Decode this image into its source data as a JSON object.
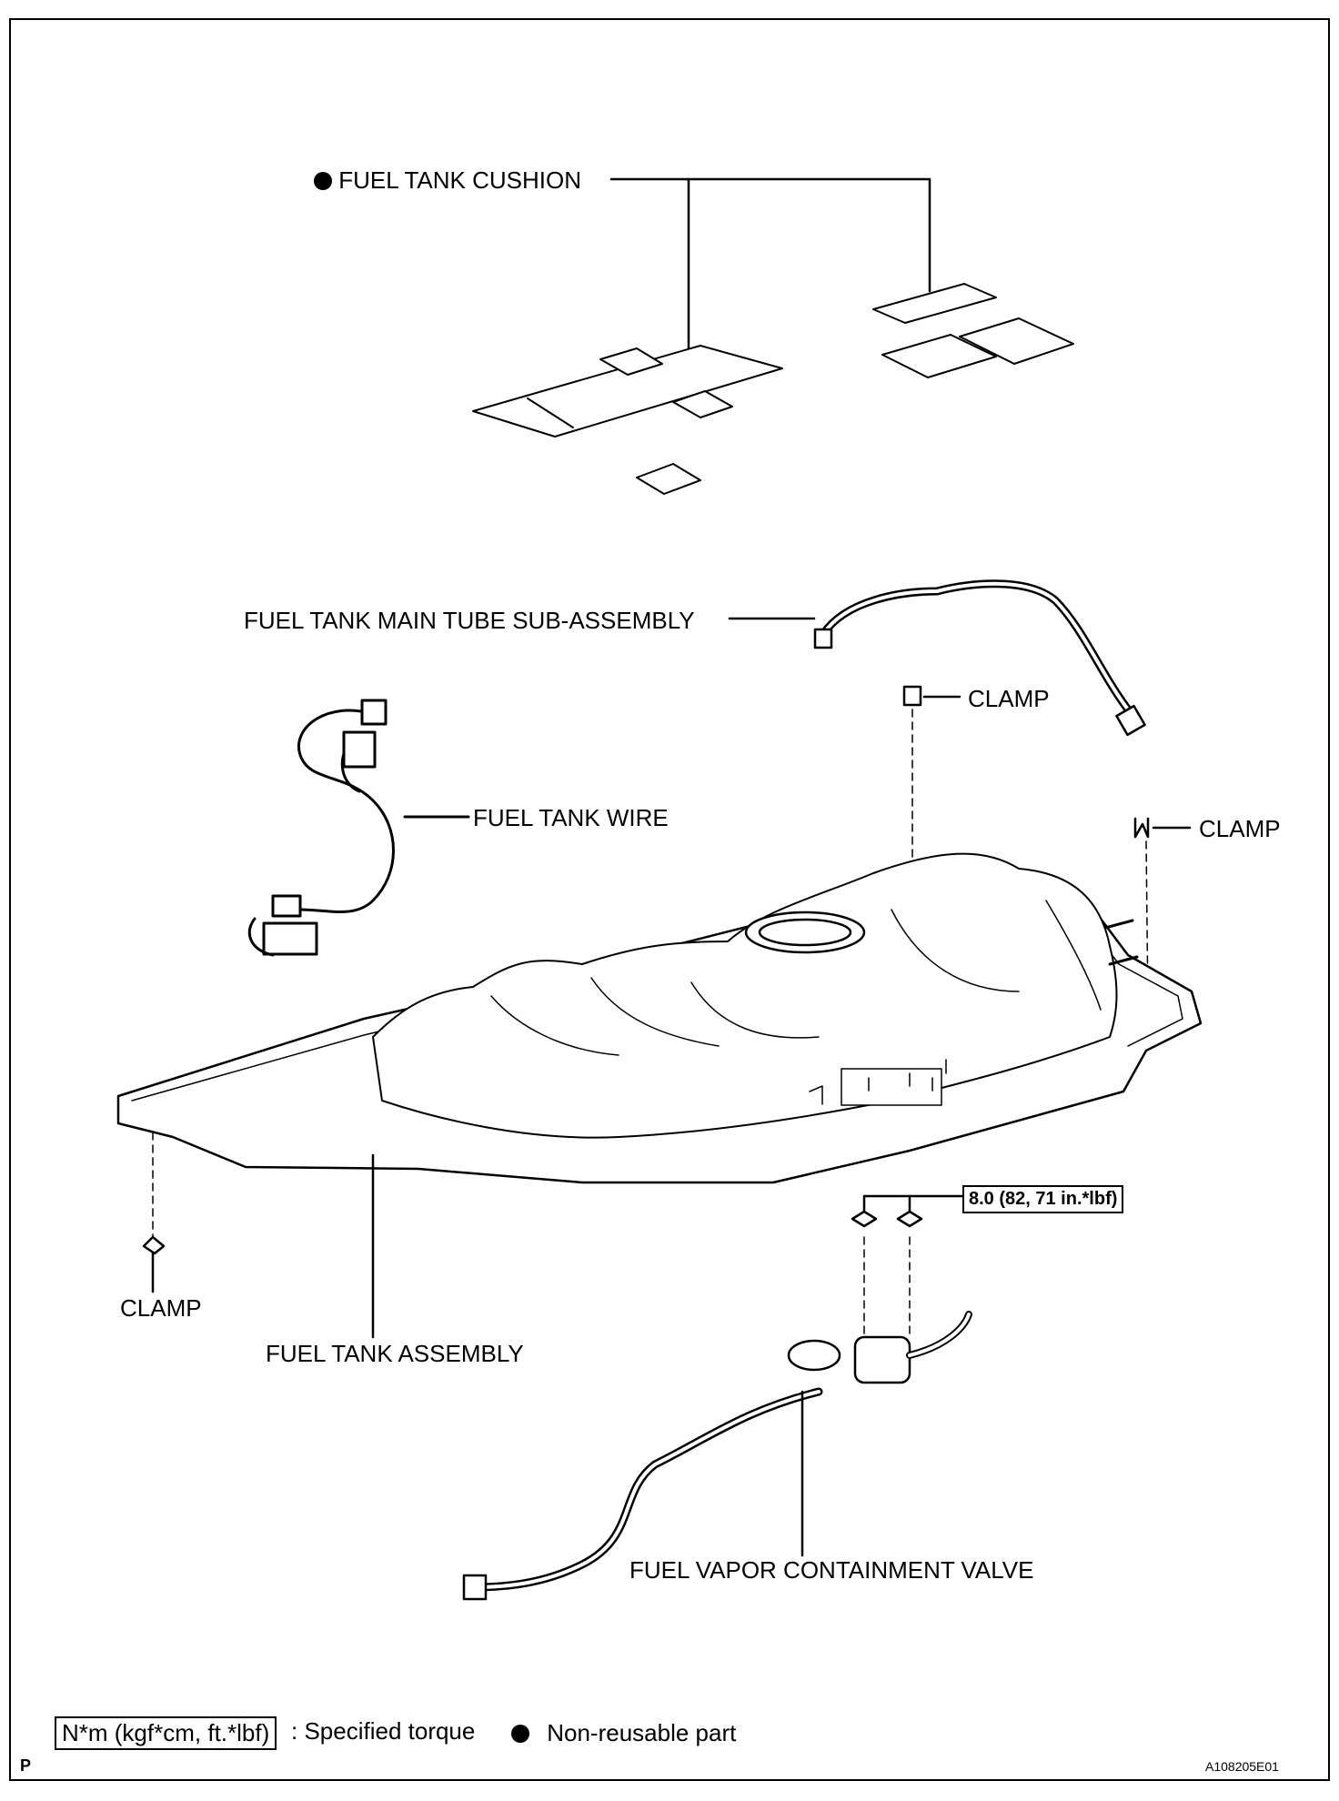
{
  "labels": {
    "fuel_tank_cushion": "FUEL TANK CUSHION",
    "main_tube": "FUEL TANK MAIN TUBE SUB-ASSEMBLY",
    "clamp_top": "CLAMP",
    "clamp_right": "CLAMP",
    "clamp_left": "CLAMP",
    "fuel_tank_wire": "FUEL TANK WIRE",
    "fuel_tank_assembly": "FUEL TANK ASSEMBLY",
    "fuel_vapor_valve": "FUEL VAPOR CONTAINMENT VALVE",
    "torque_spec": "8.0 (82, 71 in.*lbf)"
  },
  "legend": {
    "torque_unit": "N*m (kgf*cm, ft.*lbf)",
    "torque_desc": ": Specified torque",
    "nonreusable": "Non-reusable part"
  },
  "footer": {
    "page_letter": "P",
    "figure_id": "A108205E01"
  }
}
